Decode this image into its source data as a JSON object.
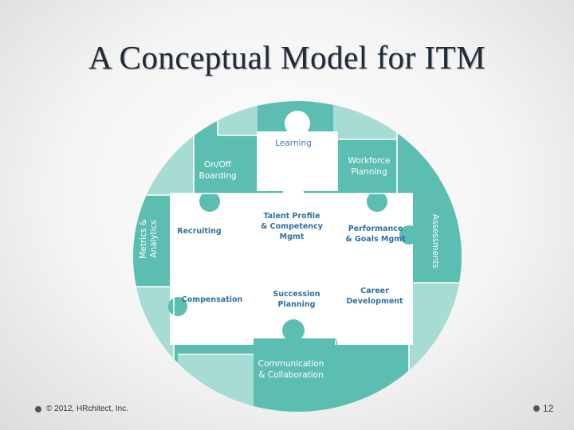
{
  "title": "A Conceptual Model for ITM",
  "colors": {
    "teal": "#5cbdb1",
    "teal_light": "#a7dcd4",
    "teal_dark": "#3aa596",
    "white": "#ffffff",
    "label_blue": "#2f6fa3"
  },
  "puzzle": {
    "learning": "Learning",
    "workforce": [
      "Workforce",
      "Planning"
    ],
    "onoff": [
      "On/Off",
      "Boarding"
    ],
    "metrics": [
      "Metrics &",
      "Analytics"
    ],
    "assessments": "Assessments",
    "recruiting": "Recruiting",
    "talent": [
      "Talent Profile",
      "& Competency",
      "Mgmt"
    ],
    "performance": [
      "Performance",
      "& Goals Mgmt"
    ],
    "compensation": "Compensation",
    "succession": [
      "Succession",
      "Planning"
    ],
    "career": [
      "Career",
      "Development"
    ],
    "communication": [
      "Communication",
      "& Collaboration"
    ]
  },
  "footer": {
    "copyright": "© 2012, HRchitect, Inc.",
    "page": "12"
  }
}
